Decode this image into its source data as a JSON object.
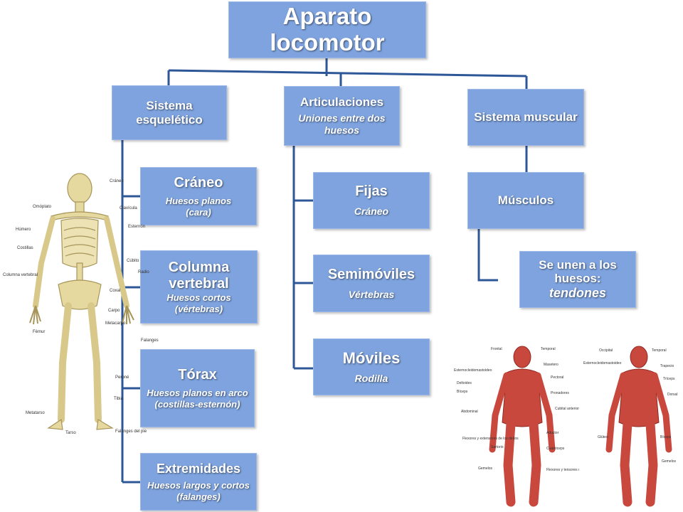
{
  "root": {
    "title": "Aparato locomotor"
  },
  "skeletal": {
    "title": "Sistema esquelético",
    "items": [
      {
        "title": "Cráneo",
        "subtitle": "Huesos planos (cara)"
      },
      {
        "title": "Columna vertebral",
        "subtitle": "Huesos cortos (vértebras)"
      },
      {
        "title": "Tórax",
        "subtitle": "Huesos planos en arco (costillas-esternón)"
      },
      {
        "title": "Extremidades",
        "subtitle": "Huesos largos y cortos (falanges)"
      }
    ]
  },
  "joints": {
    "title": "Articulaciones",
    "subtitle": "Uniones entre dos huesos",
    "items": [
      {
        "title": "Fijas",
        "subtitle": "Cráneo"
      },
      {
        "title": "Semimóviles",
        "subtitle": "Vértebras"
      },
      {
        "title": "Móviles",
        "subtitle": "Rodilla"
      }
    ]
  },
  "muscular": {
    "title": "Sistema muscular",
    "muscles": "Músculos",
    "tendons_line1": "Se unen a los huesos:",
    "tendons_line2": "tendones"
  },
  "skeleton_labels": [
    "Cráneo",
    "Omóplato",
    "Clavícula",
    "Húmero",
    "Esternón",
    "Costillas",
    "Columna vertebral",
    "Cúbito",
    "Radio",
    "Coxal",
    "Carpo",
    "Metacarpo",
    "Falanges de la mano",
    "Fémur",
    "Peroné",
    "Tibia",
    "Metatarso",
    "Tarso",
    "Falanges del pie"
  ],
  "muscle_labels_front": [
    "Frontal",
    "Temporal",
    "Masetero",
    "Esternocleidomastoideo",
    "Pectoral",
    "Deltoides",
    "Bíceps",
    "Pronadores",
    "Abdominal",
    "Cubital anterior",
    "Flexores y extensores de los dedos",
    "Aductor",
    "Sartorio",
    "Cuádriceps",
    "Gemelos",
    "Flexores y tensores de los dedos"
  ],
  "muscle_labels_back": [
    "Occipital",
    "Temporal",
    "Esternocleidomastoideo",
    "Trapecio",
    "Tríceps",
    "Dorsal",
    "Glúteo",
    "Bíceps",
    "Gemelos"
  ],
  "colors": {
    "box": "#7ea3de",
    "connector": "#2e5797",
    "bone": "#e6d9a0",
    "muscle": "#c9483e"
  }
}
